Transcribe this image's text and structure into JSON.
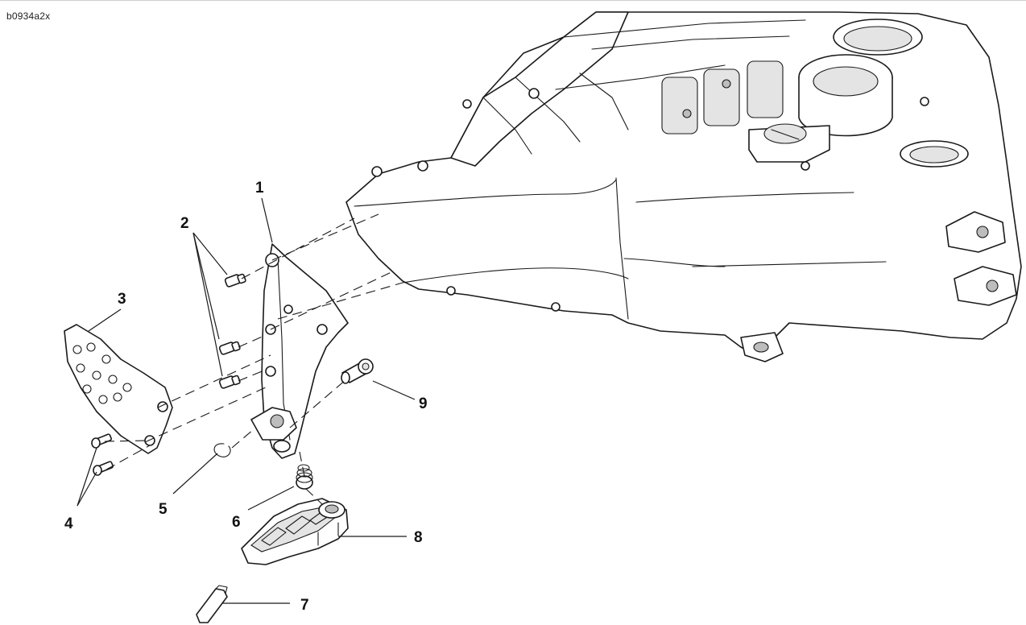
{
  "drawing_code": "b0934a2x",
  "callouts": [
    {
      "id": "1",
      "part": "footpeg-bracket"
    },
    {
      "id": "2",
      "part": "bracket-screws"
    },
    {
      "id": "3",
      "part": "heel-guard-plate"
    },
    {
      "id": "4",
      "part": "heel-guard-screws"
    },
    {
      "id": "5",
      "part": "circlip"
    },
    {
      "id": "6",
      "part": "spring"
    },
    {
      "id": "7",
      "part": "footpeg-pin"
    },
    {
      "id": "8",
      "part": "footpeg"
    },
    {
      "id": "9",
      "part": "pivot-pin"
    }
  ],
  "colors": {
    "line": "#1a1a1a",
    "background": "#ffffff",
    "shade": "#e4e4e4"
  }
}
